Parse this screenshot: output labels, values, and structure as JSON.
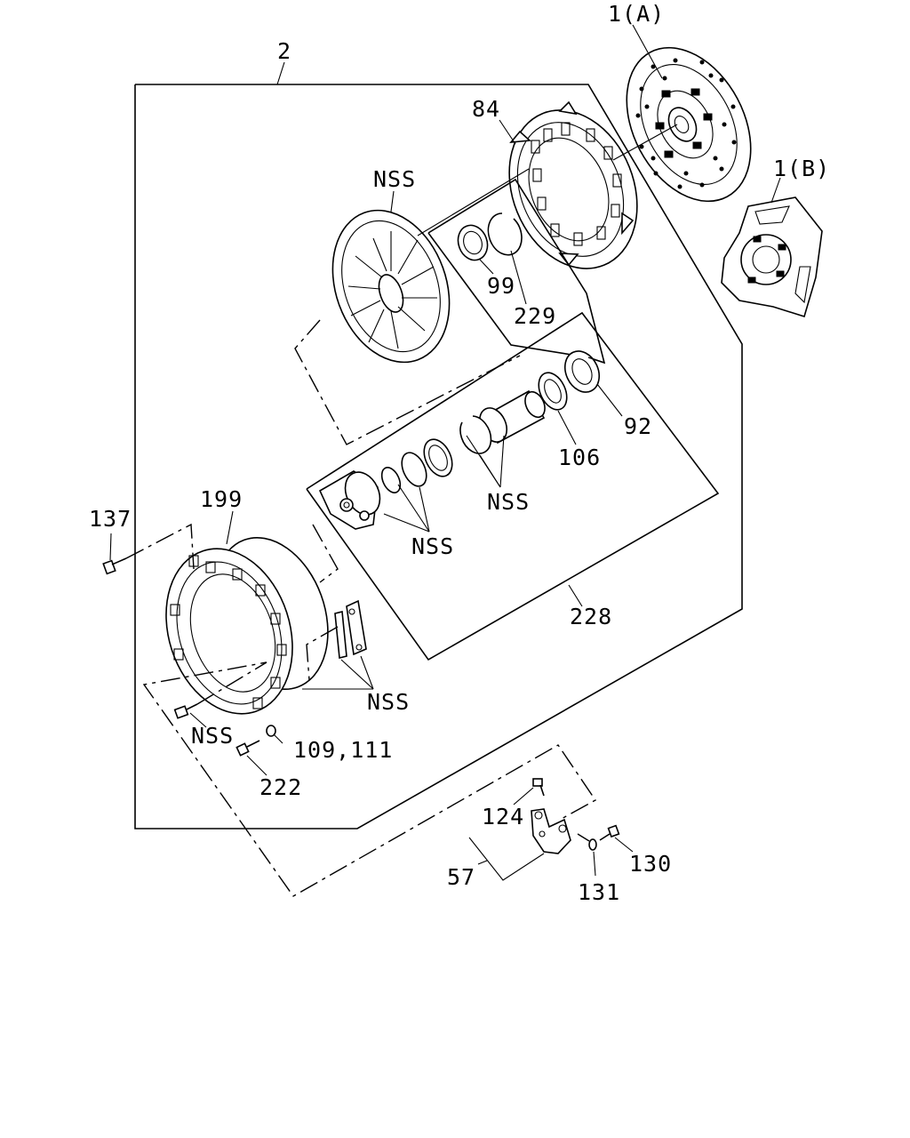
{
  "callouts": {
    "c_1a": "1(A)",
    "c_1b": "1(B)",
    "c_2": "2",
    "c_84": "84",
    "c_nss_plate": "NSS",
    "c_99": "99",
    "c_229": "229",
    "c_92": "92",
    "c_106": "106",
    "c_nss_seal": "NSS",
    "c_nss_piston": "NSS",
    "c_199": "199",
    "c_137": "137",
    "c_228": "228",
    "c_nss_bracket": "NSS",
    "c_nss_bolt": "NSS",
    "c_109_111": "109,111",
    "c_222": "222",
    "c_124": "124",
    "c_57": "57",
    "c_130": "130",
    "c_131": "131"
  }
}
